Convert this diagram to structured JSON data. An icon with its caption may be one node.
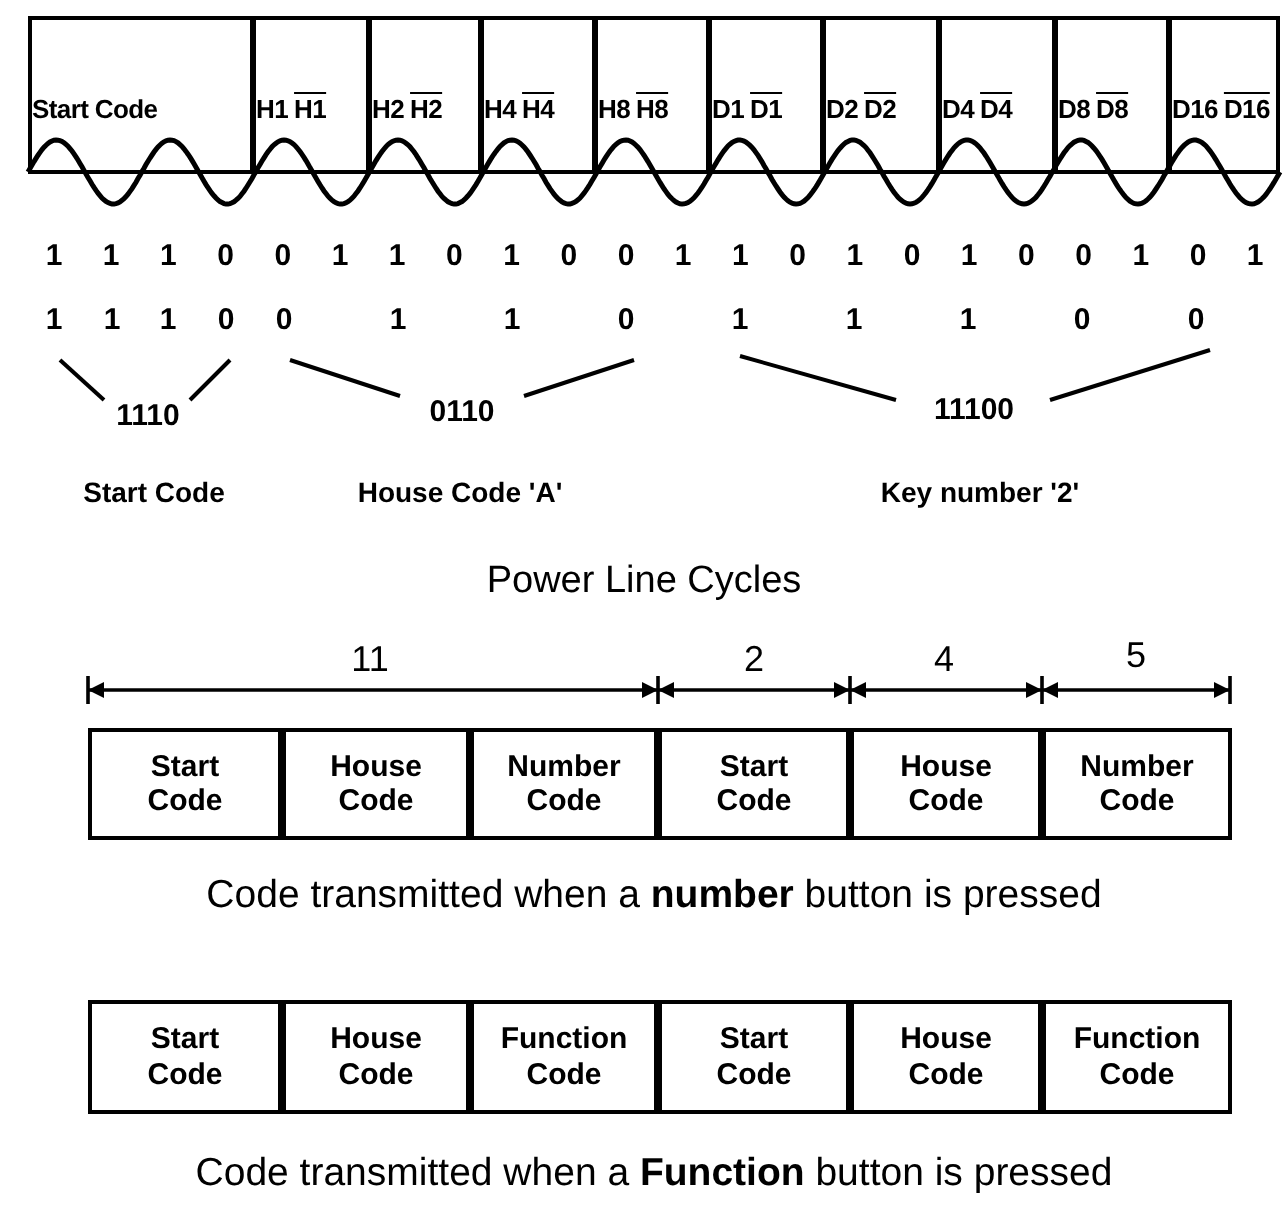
{
  "diagram": {
    "nodes": [
      {
        "text": [
          "Start Code"
        ]
      },
      {
        "text": [
          "H1",
          "H1"
        ]
      },
      {
        "text": [
          "H2",
          "H2"
        ]
      },
      {
        "text": [
          "H4",
          "H4"
        ]
      },
      {
        "text": [
          "H8",
          "H8"
        ]
      },
      {
        "text": [
          "D1",
          "D1"
        ]
      },
      {
        "text": [
          "D2",
          "D2"
        ]
      },
      {
        "text": [
          "D4",
          "D4"
        ]
      },
      {
        "text": [
          "D8",
          "D8"
        ]
      },
      {
        "text": [
          "D16",
          "D16"
        ]
      },
      {
        "text": [
          "Start Code"
        ]
      },
      {
        "text": [
          "House Code"
        ]
      },
      {
        "text": [
          "Number Code"
        ]
      },
      {
        "text": [
          "Start Code"
        ]
      },
      {
        "text": [
          "House Code"
        ]
      },
      {
        "text": [
          "Number Code"
        ]
      },
      {
        "text": [
          "Start Code"
        ]
      },
      {
        "text": [
          "House Code"
        ]
      },
      {
        "text": [
          "Function Code"
        ]
      },
      {
        "text": [
          "Start Code"
        ]
      },
      {
        "text": [
          "House Code"
        ]
      },
      {
        "text": [
          "Function Code"
        ]
      }
    ],
    "labels": [
      "1",
      "1",
      "1",
      "0",
      "0",
      "1",
      "1",
      "0",
      "1",
      "0",
      "0",
      "1",
      "1",
      "0",
      "1",
      "0",
      "1",
      "0",
      "0",
      "1",
      "0",
      "1",
      "1",
      "1",
      "1",
      "0",
      "0",
      "1",
      "1",
      "0",
      "1",
      "1",
      "1",
      "0",
      "0",
      "1110",
      "0110",
      "11100",
      "Start Code",
      "House Code 'A'",
      "Key number '2'",
      "Power Line Cycles",
      "11",
      "2",
      "4",
      "5",
      "Code transmitted when a **number** button is pressed",
      "Code transmitted when a **Function** button is pressed"
    ]
  }
}
